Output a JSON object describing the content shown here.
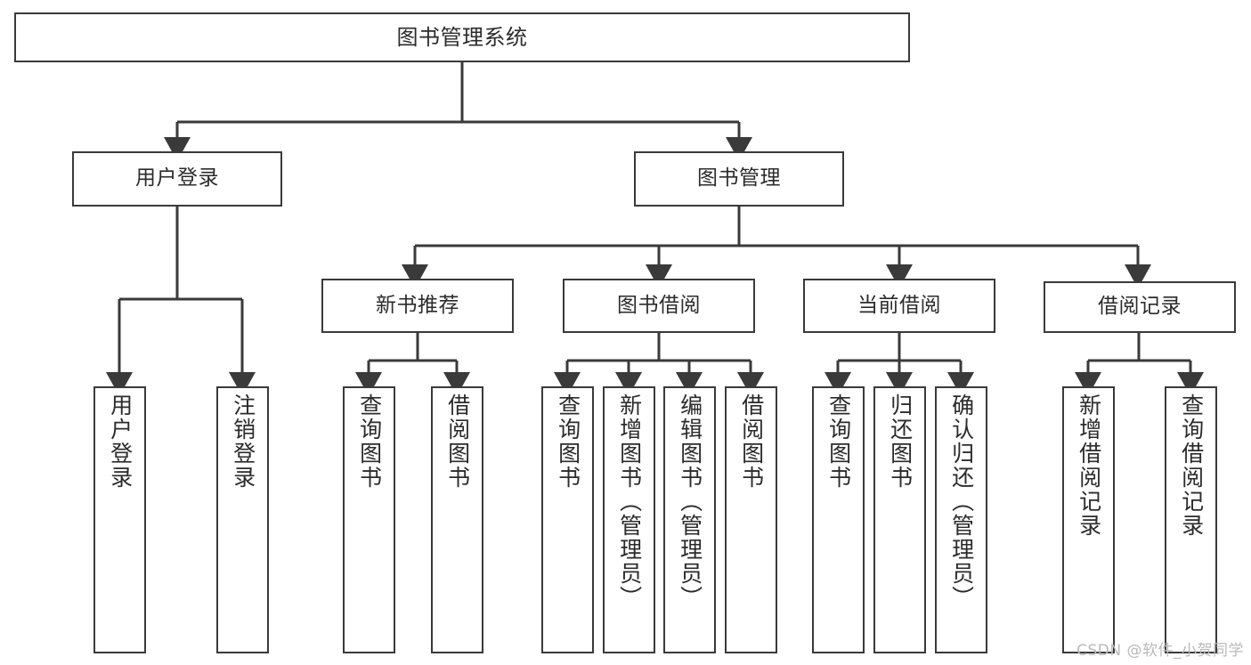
{
  "diagram": {
    "title": "图书管理系统",
    "type": "tree",
    "watermark": "CSDN @软件_小贺同学",
    "colors": {
      "box_border": "#3a3a3a",
      "box_fill": "#ffffff",
      "text": "#2b2b2b",
      "connector": "#3a3a3a",
      "watermark": "#b9b9b9"
    },
    "root": {
      "label": "图书管理系统"
    },
    "level2": [
      {
        "label": "用户登录"
      },
      {
        "label": "图书管理"
      }
    ],
    "level3": [
      {
        "label": "新书推荐"
      },
      {
        "label": "图书借阅"
      },
      {
        "label": "当前借阅"
      },
      {
        "label": "借阅记录"
      }
    ],
    "leaves": {
      "user_login": [
        {
          "label": "用户登录"
        },
        {
          "label": "注销登录"
        }
      ],
      "new_book_recommend": [
        {
          "label": "查询图书"
        },
        {
          "label": "借阅图书"
        }
      ],
      "book_borrow": [
        {
          "label": "查询图书"
        },
        {
          "label": "新增图书（管理员）"
        },
        {
          "label": "编辑图书（管理员）"
        },
        {
          "label": "借阅图书"
        }
      ],
      "current_borrow": [
        {
          "label": "查询图书"
        },
        {
          "label": "归还图书"
        },
        {
          "label": "确认归还（管理员）"
        }
      ],
      "borrow_record": [
        {
          "label": "新增借阅记录"
        },
        {
          "label": "查询借阅记录"
        }
      ]
    }
  }
}
